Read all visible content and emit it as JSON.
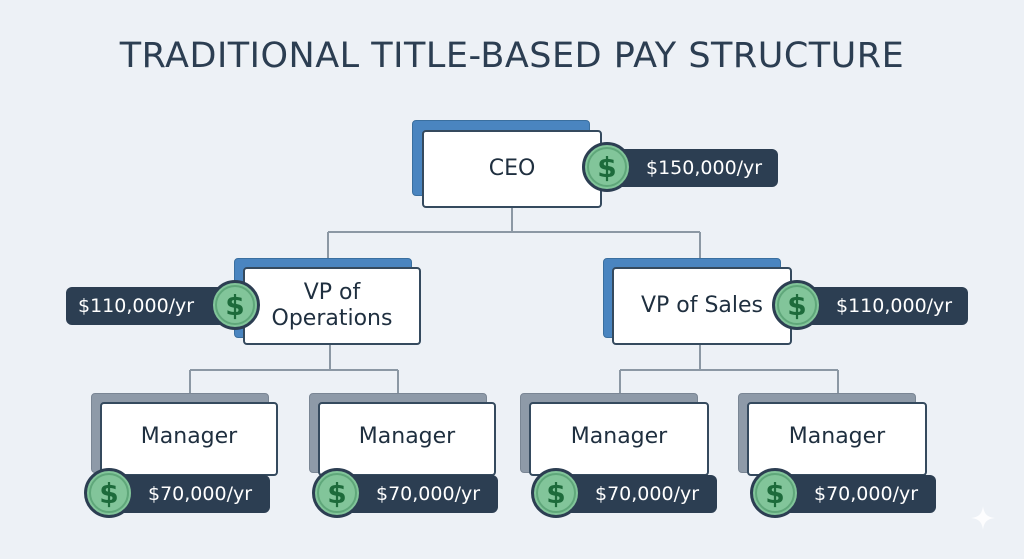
{
  "title": "TRADITIONAL TITLE-BASED PAY STRUCTURE",
  "icon": "dollar-coin-icon",
  "coin_symbol": "$",
  "colors": {
    "background": "#edf1f6",
    "executive_accent": "#4a85c0",
    "manager_accent": "#8e9aa8",
    "salary_pill": "#2c3e52",
    "coin": "#82c59a",
    "connector": "#8c98a4"
  },
  "nodes": {
    "ceo": {
      "title": "CEO",
      "salary": "$150,000/yr"
    },
    "vp_operations": {
      "title_line1": "VP of",
      "title_line2": "Operations",
      "salary": "$110,000/yr"
    },
    "vp_sales": {
      "title": "VP of Sales",
      "salary": "$110,000/yr"
    },
    "manager_1": {
      "title": "Manager",
      "salary": "$70,000/yr"
    },
    "manager_2": {
      "title": "Manager",
      "salary": "$70,000/yr"
    },
    "manager_3": {
      "title": "Manager",
      "salary": "$70,000/yr"
    },
    "manager_4": {
      "title": "Manager",
      "salary": "$70,000/yr"
    }
  }
}
